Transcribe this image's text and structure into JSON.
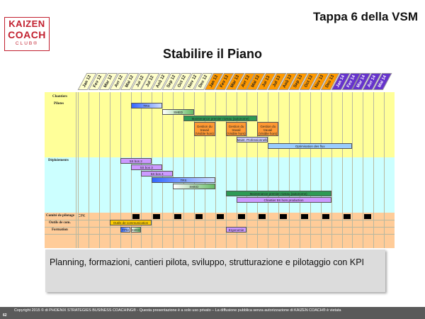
{
  "header": {
    "title": "Tappa 6 della VSM",
    "subtitle": "Stabilire il Piano"
  },
  "logo": {
    "line1": "KAIZEN",
    "line2": "COACH",
    "line3": "CLUB®",
    "color": "#c2202f"
  },
  "gantt": {
    "months": [
      {
        "label": "Jan 12",
        "color": "#ffffcc"
      },
      {
        "label": "Fev 12",
        "color": "#ffffcc"
      },
      {
        "label": "Mar 12",
        "color": "#ffffcc"
      },
      {
        "label": "Avr 12",
        "color": "#ffffcc"
      },
      {
        "label": "Mai 12",
        "color": "#ffffcc"
      },
      {
        "label": "Jui 12",
        "color": "#ffffcc"
      },
      {
        "label": "Jul 12",
        "color": "#ffffcc"
      },
      {
        "label": "Aoû 12",
        "color": "#ffffcc"
      },
      {
        "label": "Sep 12",
        "color": "#ffffcc"
      },
      {
        "label": "Oct 12",
        "color": "#ffffcc"
      },
      {
        "label": "Nov 12",
        "color": "#ffffcc"
      },
      {
        "label": "Dec 12",
        "color": "#ffffcc"
      },
      {
        "label": "Jan 13",
        "color": "#ff9900"
      },
      {
        "label": "Fev 13",
        "color": "#ff9900"
      },
      {
        "label": "Mar 13",
        "color": "#ff9900"
      },
      {
        "label": "Avr 13",
        "color": "#ff9900"
      },
      {
        "label": "Mai 13",
        "color": "#ff9900"
      },
      {
        "label": "Jui 13",
        "color": "#ff9900"
      },
      {
        "label": "Jul 13",
        "color": "#ff9900"
      },
      {
        "label": "Aoû 13",
        "color": "#ff9900"
      },
      {
        "label": "Sep 13",
        "color": "#ff9900"
      },
      {
        "label": "Oct 13",
        "color": "#ff9900"
      },
      {
        "label": "Nov 13",
        "color": "#ff9900"
      },
      {
        "label": "Dec 13",
        "color": "#ff9900"
      },
      {
        "label": "Jan 14",
        "color": "#6633cc"
      },
      {
        "label": "Fev 14",
        "color": "#6633cc"
      },
      {
        "label": "Mar 14",
        "color": "#6633cc"
      },
      {
        "label": "Avr 14",
        "color": "#6633cc"
      },
      {
        "label": "Mai 14",
        "color": "#6633cc"
      }
    ],
    "sections": {
      "chantiers": "Chantiers",
      "pilotes": "Pilotes",
      "deploiements": "Déploiements",
      "comite": "Comité de pilotage",
      "outils": "Outils de com.",
      "formation": "Formation",
      "cpk": "CPK"
    },
    "band_colors": {
      "chantiers": "#ffff99",
      "deploiements": "#ccffff",
      "bottom": "#ffcc99"
    },
    "bars": [
      {
        "label": "TRS",
        "color": "#3366ff"
      },
      {
        "label": "SMED",
        "color": "#ccffcc"
      },
      {
        "label": "Maintenance premier niveau (autonome)",
        "color": "#33aa55"
      },
      {
        "label": "Gestion du travail (Visible hors)",
        "color": "#ff9933"
      },
      {
        "label": "Gestion du travail (Visible hors)",
        "color": "#ff9933"
      },
      {
        "label": "Gestion du travail (Visible hors)",
        "color": "#ff9933"
      },
      {
        "label": "Maint. Professionnelle",
        "color": "#ccccff"
      },
      {
        "label": "Optimisation des flux",
        "color": "#99ccff"
      },
      {
        "label": "5S bos 2",
        "color": "#cc99ff"
      },
      {
        "label": "5S bos 3",
        "color": "#cc99ff"
      },
      {
        "label": "5S bos 4",
        "color": "#cc99ff"
      },
      {
        "label": "TRS",
        "color": "#3366ff"
      },
      {
        "label": "SMED",
        "color": "#ccffcc"
      },
      {
        "label": "Maintenance premier niveau (autonome)",
        "color": "#33aa55"
      },
      {
        "label": "Chantier 5S hors production",
        "color": "#cc99ff"
      },
      {
        "label": "Outils de communication",
        "color": "#ffcc00"
      },
      {
        "label": "TPM",
        "color": "#3366ff"
      },
      {
        "label": "SMED",
        "color": "#ccffcc"
      },
      {
        "label": "Ergonomie",
        "color": "#cc99ff"
      }
    ]
  },
  "note": {
    "text": "Planning, formazioni, cantieri pilota, sviluppo, strutturazione e pilotaggio con KPI"
  },
  "footer": {
    "copyright": "Copyright 2015 © di PHOENIX STRATEGIES BUSINESS COACHING® - Questa presentazione è a solo uso privato – La diffusione pubblica senza autorizzazione di KAIZEN COACH® è vietata",
    "page": "62"
  }
}
